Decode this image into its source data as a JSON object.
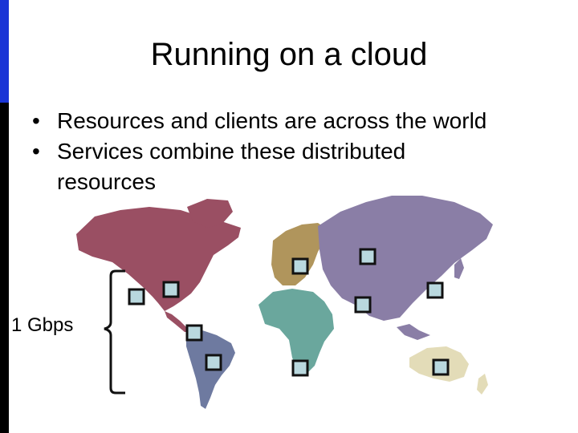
{
  "slide": {
    "title": "Running on a cloud",
    "bullets": [
      "Resources and clients are across the world",
      "Services combine these distributed resources"
    ],
    "bullet_glyph": "•",
    "bandwidth_label": "1 Gbps"
  },
  "colors": {
    "accent_blue": "#1a35d6",
    "north_america": "#9a4f63",
    "south_america": "#6e7aa0",
    "europe": "#b0955c",
    "africa": "#6aa79d",
    "asia": "#8a7ea6",
    "australia": "#e3dcb8",
    "node_fill": "#b9d8de",
    "node_stroke": "#111111"
  }
}
